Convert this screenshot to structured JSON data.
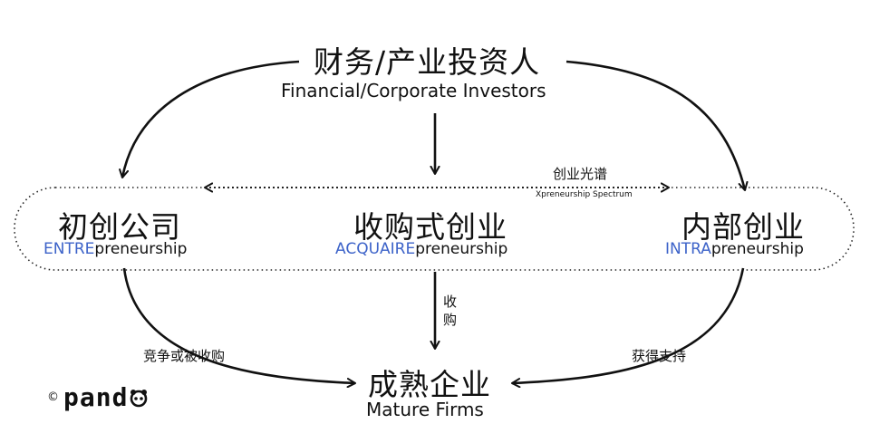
{
  "top": {
    "title_zh": "财务/产业投资人",
    "title_en": "Financial/Corporate Investors"
  },
  "spectrum": {
    "label_zh": "创业光谱",
    "label_en": "Xpreneurship Spectrum"
  },
  "left": {
    "title_zh": "初创公司",
    "en_prefix": "ENTRE",
    "en_suffix": "preneurship"
  },
  "center": {
    "title_zh": "收购式创业",
    "en_prefix": "ACQUAIRE",
    "en_suffix": "preneurship"
  },
  "right": {
    "title_zh": "内部创业",
    "en_prefix": "INTRA",
    "en_suffix": "preneurship"
  },
  "bottom": {
    "title_zh": "成熟企业",
    "title_en": "Mature Firms"
  },
  "edges": {
    "left_bottom": "竞争或被收购",
    "center_bottom_1": "收",
    "center_bottom_2": "购",
    "right_bottom": "获得支持"
  },
  "logo": {
    "copyright": "©",
    "wordmark": "pand"
  },
  "colors": {
    "accent": "#3d63c9",
    "ink": "#111111"
  }
}
